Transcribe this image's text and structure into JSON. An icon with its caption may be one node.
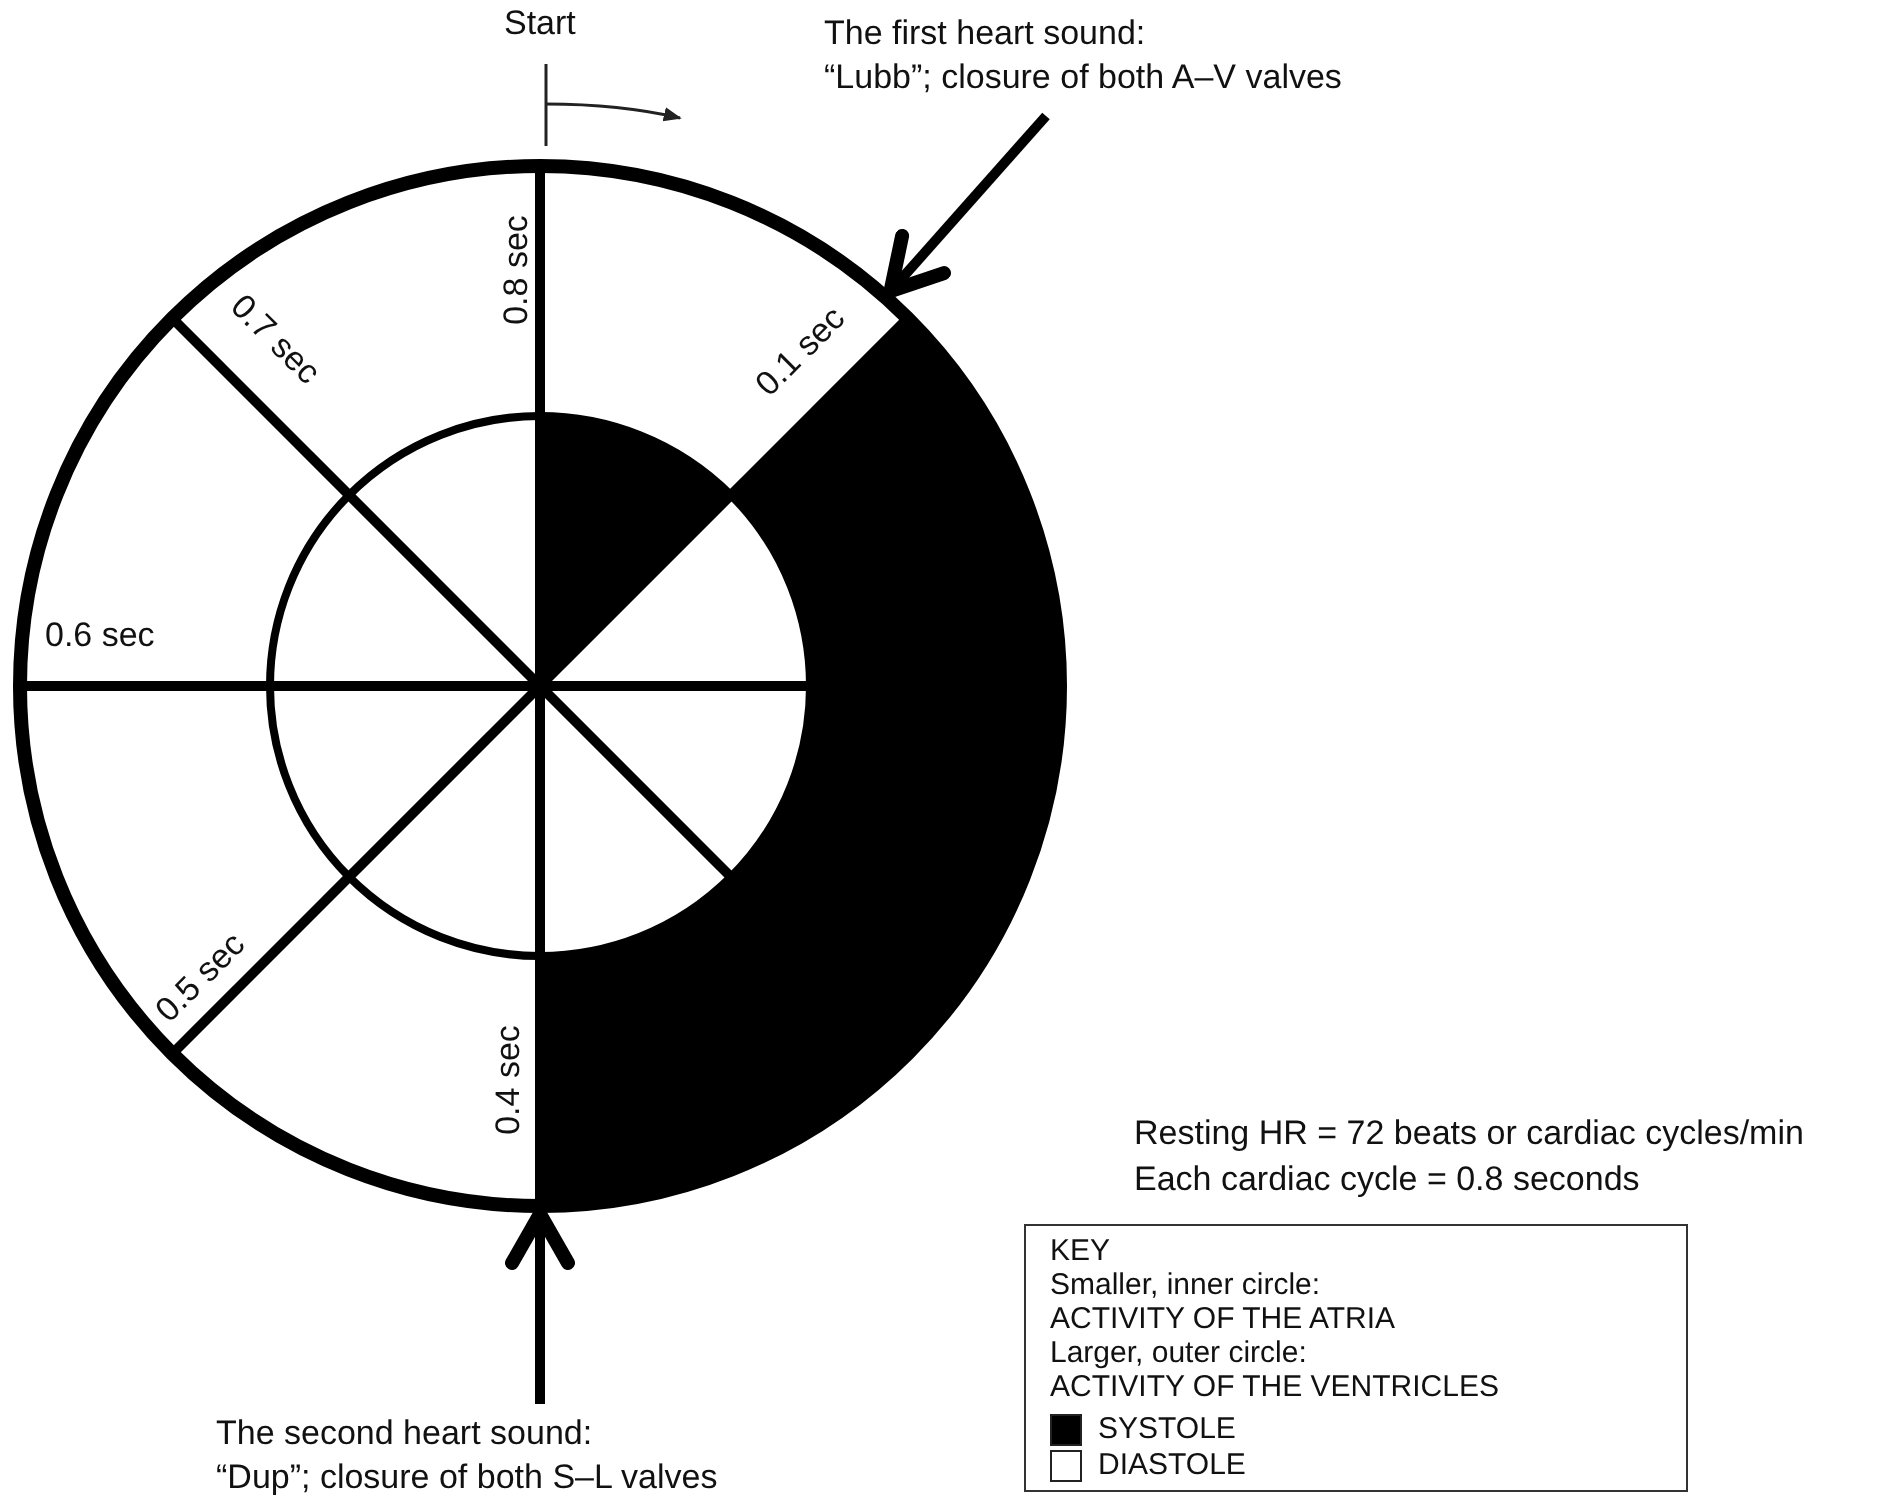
{
  "diagram": {
    "nodes": [
      {
        "text": [
          "The first heart sound:",
          "“Lubb”; closure of both A–V valves"
        ]
      },
      {
        "text": [],
        "shape": "circle"
      },
      {
        "text": [
          "The second heart sound:",
          "“Dup”; closure of both S–L valves"
        ]
      },
      {
        "text": [
          "KEY",
          "Smaller, inner circle:",
          "ACTIVITY OF THE ATRIA",
          "Larger, outer circle:",
          "ACTIVITY OF THE VENTRICLES"
        ]
      }
    ],
    "edges": [
      {
        "from": 0,
        "to": 1,
        "arrow": "to"
      },
      {
        "from": 2,
        "to": 1,
        "arrow": "to"
      }
    ],
    "labels": [
      "Start",
      "0.8 sec",
      "0.7 sec",
      "0.1 sec",
      "0.6 sec",
      "0.5 sec",
      "0.4 sec",
      "Resting HR = 72 beats or cardiac cycles/min",
      "Each cardiac cycle = 0.8 seconds"
    ],
    "legend": [
      {
        "text": "SYSTOLE",
        "color": "#000000"
      },
      {
        "text": "DIASTOLE",
        "color": "#ffffff"
      }
    ]
  }
}
